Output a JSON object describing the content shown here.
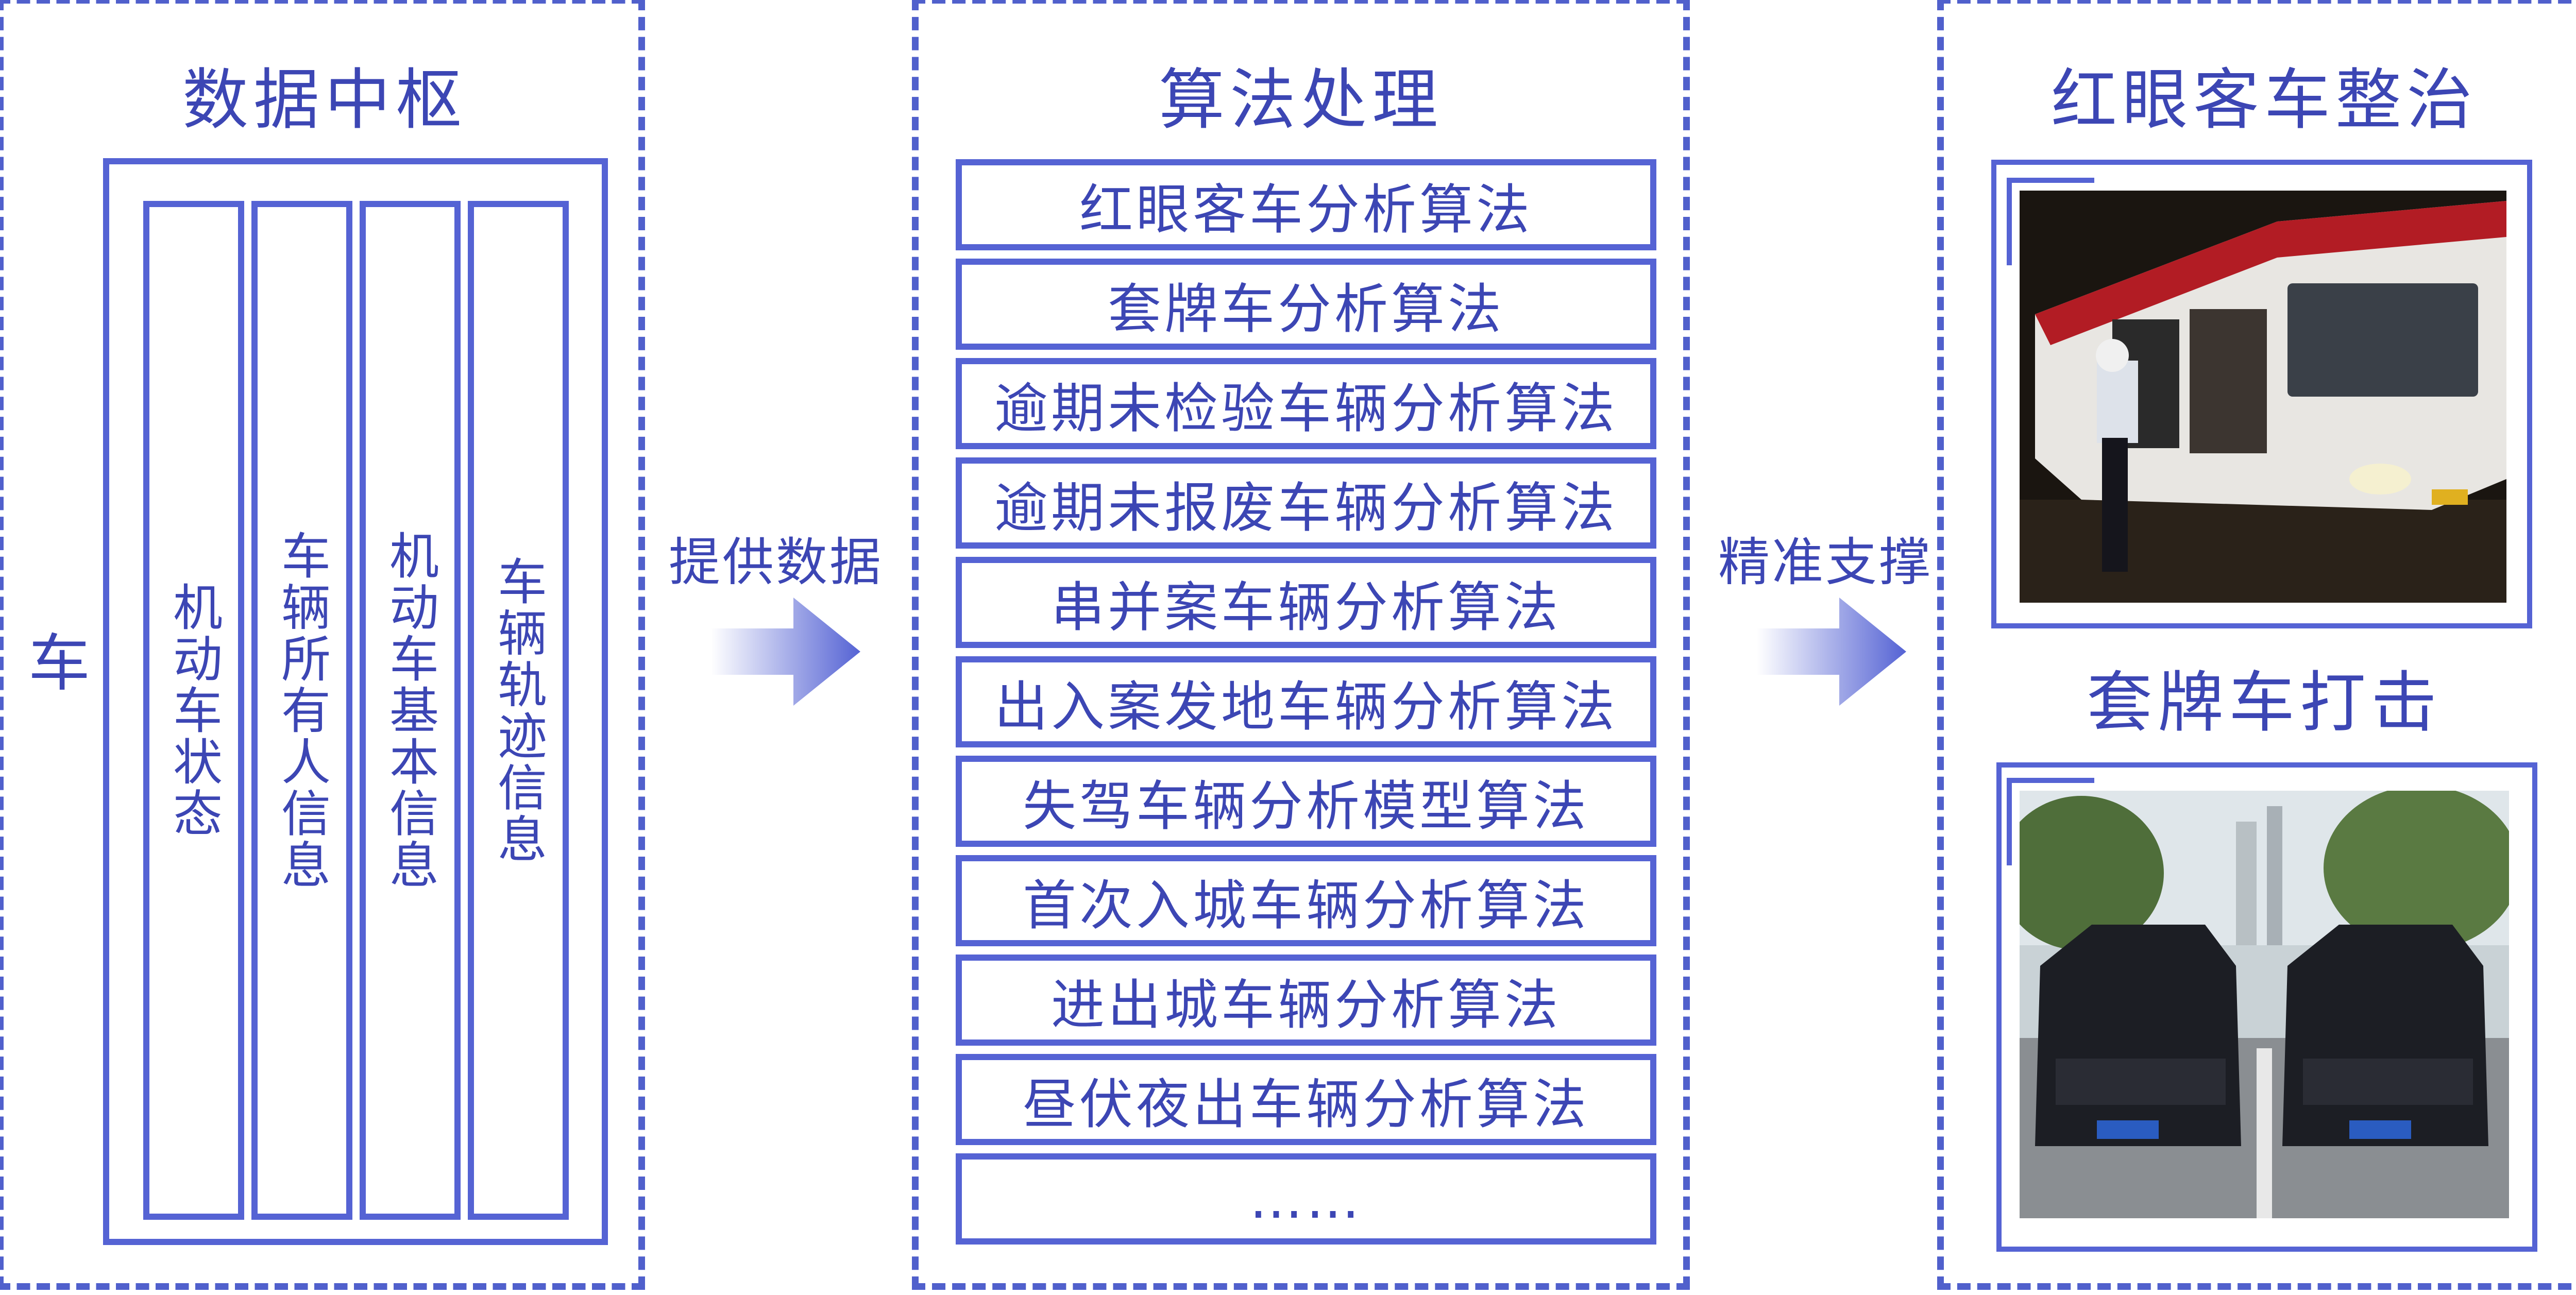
{
  "colors": {
    "accent": "#5563d4",
    "text": "#3c46b4",
    "background": "#ffffff"
  },
  "left": {
    "title": "数据中枢",
    "side_label": "车",
    "columns": [
      "机动车状态",
      "车辆所有人信息",
      "机动车基本信息",
      "车辆轨迹信息"
    ]
  },
  "arrow1_label": "提供数据",
  "middle": {
    "title": "算法处理",
    "algorithms": [
      "红眼客车分析算法",
      "套牌车分析算法",
      "逾期未检验车辆分析算法",
      "逾期未报废车辆分析算法",
      "串并案车辆分析算法",
      "出入案发地车辆分析算法",
      "失驾车辆分析模型算法",
      "首次入城车辆分析算法",
      "进出城车辆分析算法",
      "昼伏夜出车辆分析算法",
      "……"
    ]
  },
  "arrow2_label": "精准支撑",
  "right": {
    "title1": "红眼客车整治",
    "title2": "套牌车打击",
    "photo1_icon": "bus-photo",
    "photo2_icon": "cars-photo"
  }
}
